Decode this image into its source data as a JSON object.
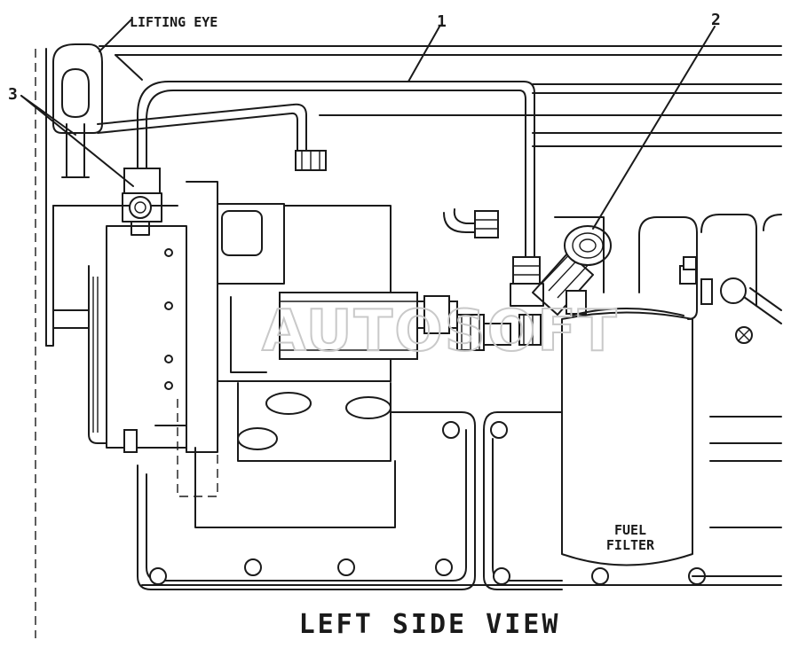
{
  "view_title": "LEFT SIDE VIEW",
  "callouts": {
    "lifting_eye": "LIFTING EYE",
    "item_1": "1",
    "item_2": "2",
    "item_3": "3"
  },
  "fuel_filter": {
    "line1": "FUEL",
    "line2": "FILTER"
  },
  "watermark": "AUTOSOFT"
}
